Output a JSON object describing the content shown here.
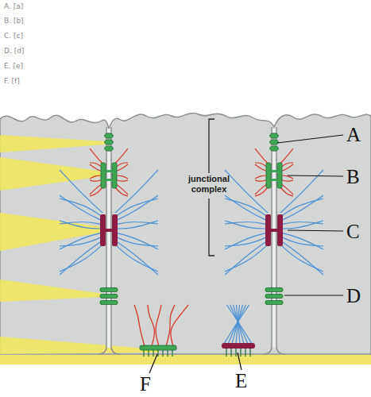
{
  "diagram": {
    "labels": [
      "A. [a]",
      "B. [b]",
      "C. [c]",
      "D. [d]",
      "E. [e]",
      "F. [f]",
      "junctional complex",
      "A",
      "B",
      "C",
      "D",
      "F",
      "E"
    ]
  }
}
